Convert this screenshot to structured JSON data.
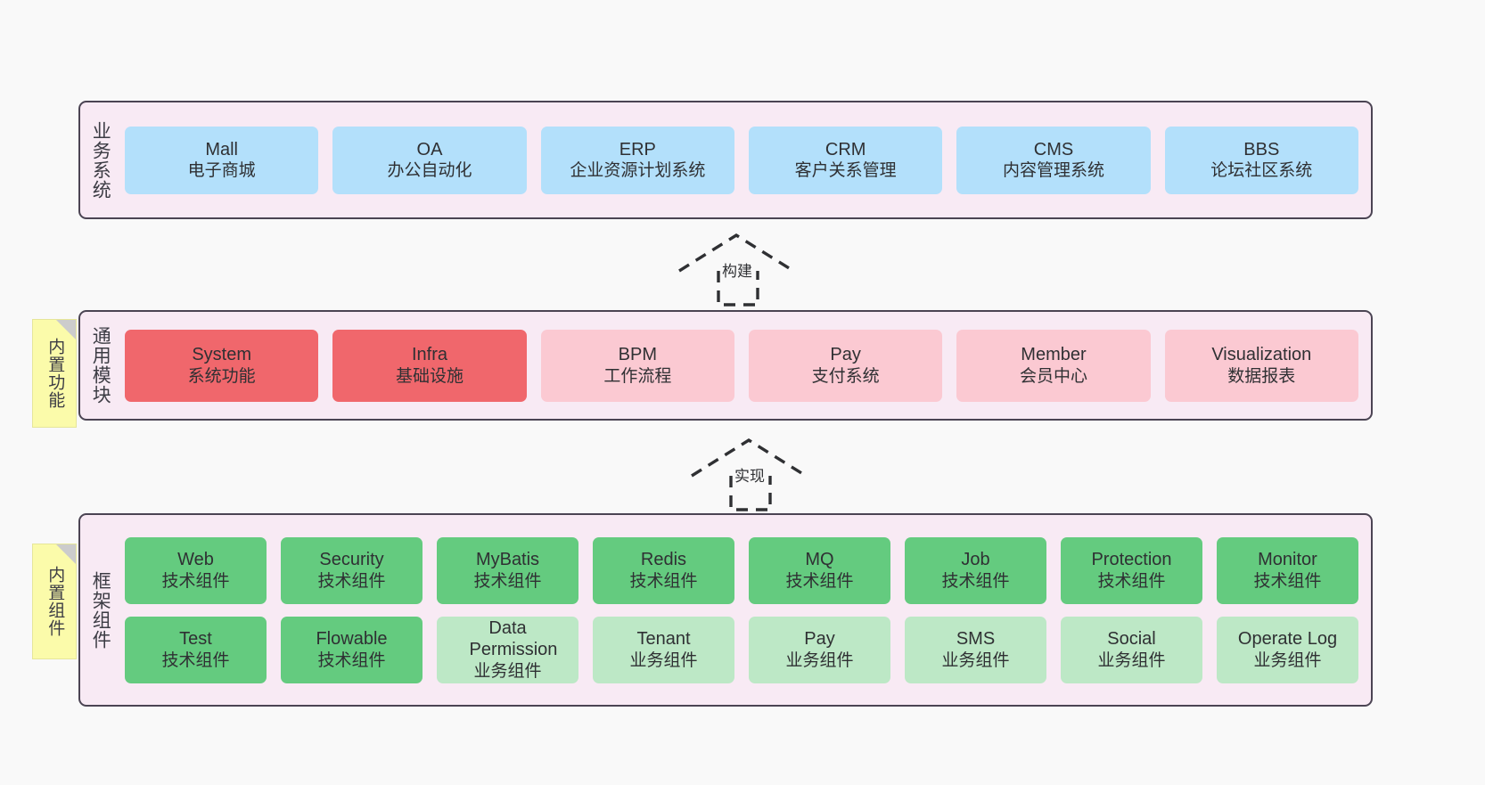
{
  "canvas": {
    "background": "#f9f9f9",
    "panel_fill": "#f8eaf4",
    "panel_border": "#4b4453",
    "sticky_fill": "#fbfbaa",
    "sticky_fold": "#cccccc"
  },
  "layers": [
    {
      "id": "business",
      "label": "业务系统",
      "sticky": null,
      "rows": [
        [
          {
            "en": "Mall",
            "cn": "电子商城",
            "color": "#b3e0fb",
            "style": "h-blue"
          },
          {
            "en": "OA",
            "cn": "办公自动化",
            "color": "#b3e0fb",
            "style": "h-blue"
          },
          {
            "en": "ERP",
            "cn": "企业资源计划系统",
            "color": "#b3e0fb",
            "style": "h-blue"
          },
          {
            "en": "CRM",
            "cn": "客户关系管理",
            "color": "#b3e0fb",
            "style": "h-blue"
          },
          {
            "en": "CMS",
            "cn": "内容管理系统",
            "color": "#b3e0fb",
            "style": "h-blue"
          },
          {
            "en": "BBS",
            "cn": "论坛社区系统",
            "color": "#b3e0fb",
            "style": "h-blue"
          }
        ]
      ]
    },
    {
      "id": "modules",
      "label": "通用模块",
      "sticky": "内置功能",
      "rows": [
        [
          {
            "en": "System",
            "cn": "系统功能",
            "color": "#f0676c",
            "style": "h-red"
          },
          {
            "en": "Infra",
            "cn": "基础设施",
            "color": "#f0676c",
            "style": "h-red"
          },
          {
            "en": "BPM",
            "cn": "工作流程",
            "color": "#fbc9d2",
            "style": "h-pink"
          },
          {
            "en": "Pay",
            "cn": "支付系统",
            "color": "#fbc9d2",
            "style": "h-pink"
          },
          {
            "en": "Member",
            "cn": "会员中心",
            "color": "#fbc9d2",
            "style": "h-pink"
          },
          {
            "en": "Visualization",
            "cn": "数据报表",
            "color": "#fbc9d2",
            "style": "h-pink"
          }
        ]
      ]
    },
    {
      "id": "framework",
      "label": "框架组件",
      "sticky": "内置组件",
      "rows": [
        [
          {
            "en": "Web",
            "cn": "技术组件",
            "color": "#64cb7f",
            "style": "h-green"
          },
          {
            "en": "Security",
            "cn": "技术组件",
            "color": "#64cb7f",
            "style": "h-green"
          },
          {
            "en": "MyBatis",
            "cn": "技术组件",
            "color": "#64cb7f",
            "style": "h-green"
          },
          {
            "en": "Redis",
            "cn": "技术组件",
            "color": "#64cb7f",
            "style": "h-green"
          },
          {
            "en": "MQ",
            "cn": "技术组件",
            "color": "#64cb7f",
            "style": "h-green"
          },
          {
            "en": "Job",
            "cn": "技术组件",
            "color": "#64cb7f",
            "style": "h-green"
          },
          {
            "en": "Protection",
            "cn": "技术组件",
            "color": "#64cb7f",
            "style": "h-green"
          },
          {
            "en": "Monitor",
            "cn": "技术组件",
            "color": "#64cb7f",
            "style": "h-green"
          }
        ],
        [
          {
            "en": "Test",
            "cn": "技术组件",
            "color": "#64cb7f",
            "style": "h-green"
          },
          {
            "en": "Flowable",
            "cn": "技术组件",
            "color": "#64cb7f",
            "style": "h-green"
          },
          {
            "en": "Data Permission",
            "cn": "业务组件",
            "color": "#bde8c6",
            "style": "h-lgreen"
          },
          {
            "en": "Tenant",
            "cn": "业务组件",
            "color": "#bde8c6",
            "style": "h-lgreen"
          },
          {
            "en": "Pay",
            "cn": "业务组件",
            "color": "#bde8c6",
            "style": "h-lgreen"
          },
          {
            "en": "SMS",
            "cn": "业务组件",
            "color": "#bde8c6",
            "style": "h-lgreen"
          },
          {
            "en": "Social",
            "cn": "业务组件",
            "color": "#bde8c6",
            "style": "h-lgreen"
          },
          {
            "en": "Operate Log",
            "cn": "业务组件",
            "color": "#bde8c6",
            "style": "h-lgreen"
          }
        ]
      ]
    }
  ],
  "connectors": [
    {
      "id": "build",
      "label": "构建",
      "from": "modules",
      "to": "business"
    },
    {
      "id": "implement",
      "label": "实现",
      "from": "framework",
      "to": "modules"
    }
  ]
}
